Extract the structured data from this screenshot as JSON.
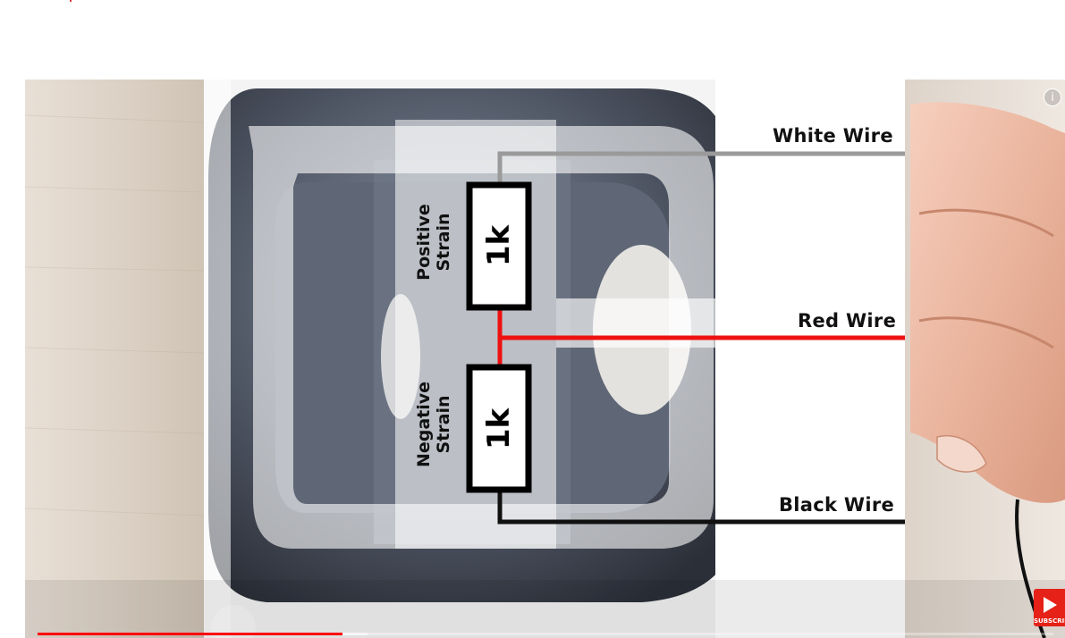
{
  "video": {
    "diagram": {
      "white_wire_label": "White Wire",
      "red_wire_label": "Red Wire",
      "black_wire_label": "Black Wire",
      "top_resistor_label": "1k",
      "bottom_resistor_label": "1k",
      "positive_strain_label_line1": "Positive",
      "positive_strain_label_line2": "Strain",
      "negative_strain_label_line1": "Negative",
      "negative_strain_label_line2": "Strain"
    },
    "info_icon_glyph": "i",
    "subscribe_label": "SUBSCRIBE",
    "progress": {
      "played_fraction": 0.3,
      "buffered_fraction": 0.325
    },
    "colors": {
      "white_wire": "#9a9a9a",
      "red_wire": "#ee1111",
      "black_wire": "#111111",
      "progress_played": "#ff0000",
      "subscribe_bg": "#e62117"
    }
  }
}
